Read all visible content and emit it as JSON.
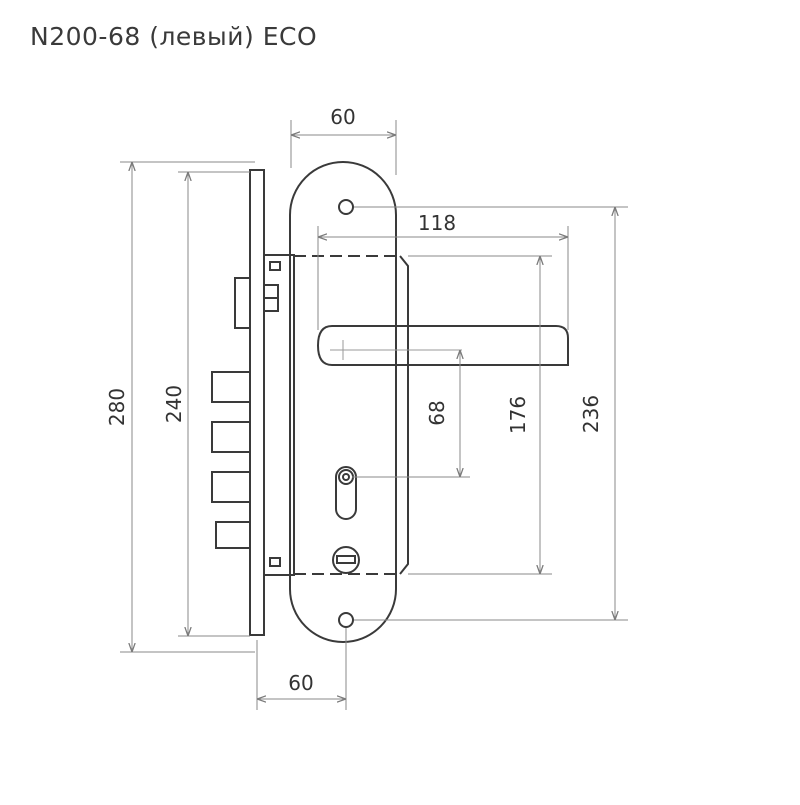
{
  "title": "N200-68 (левый) ECO",
  "dimensions": {
    "top_width": "60",
    "bottom_width": "60",
    "handle_length": "118",
    "height_280": "280",
    "height_240": "240",
    "spacing_68": "68",
    "spacing_176": "176",
    "spacing_236": "236"
  },
  "colors": {
    "line": "#3a3a3a",
    "dimension": "#8a8a8a"
  }
}
